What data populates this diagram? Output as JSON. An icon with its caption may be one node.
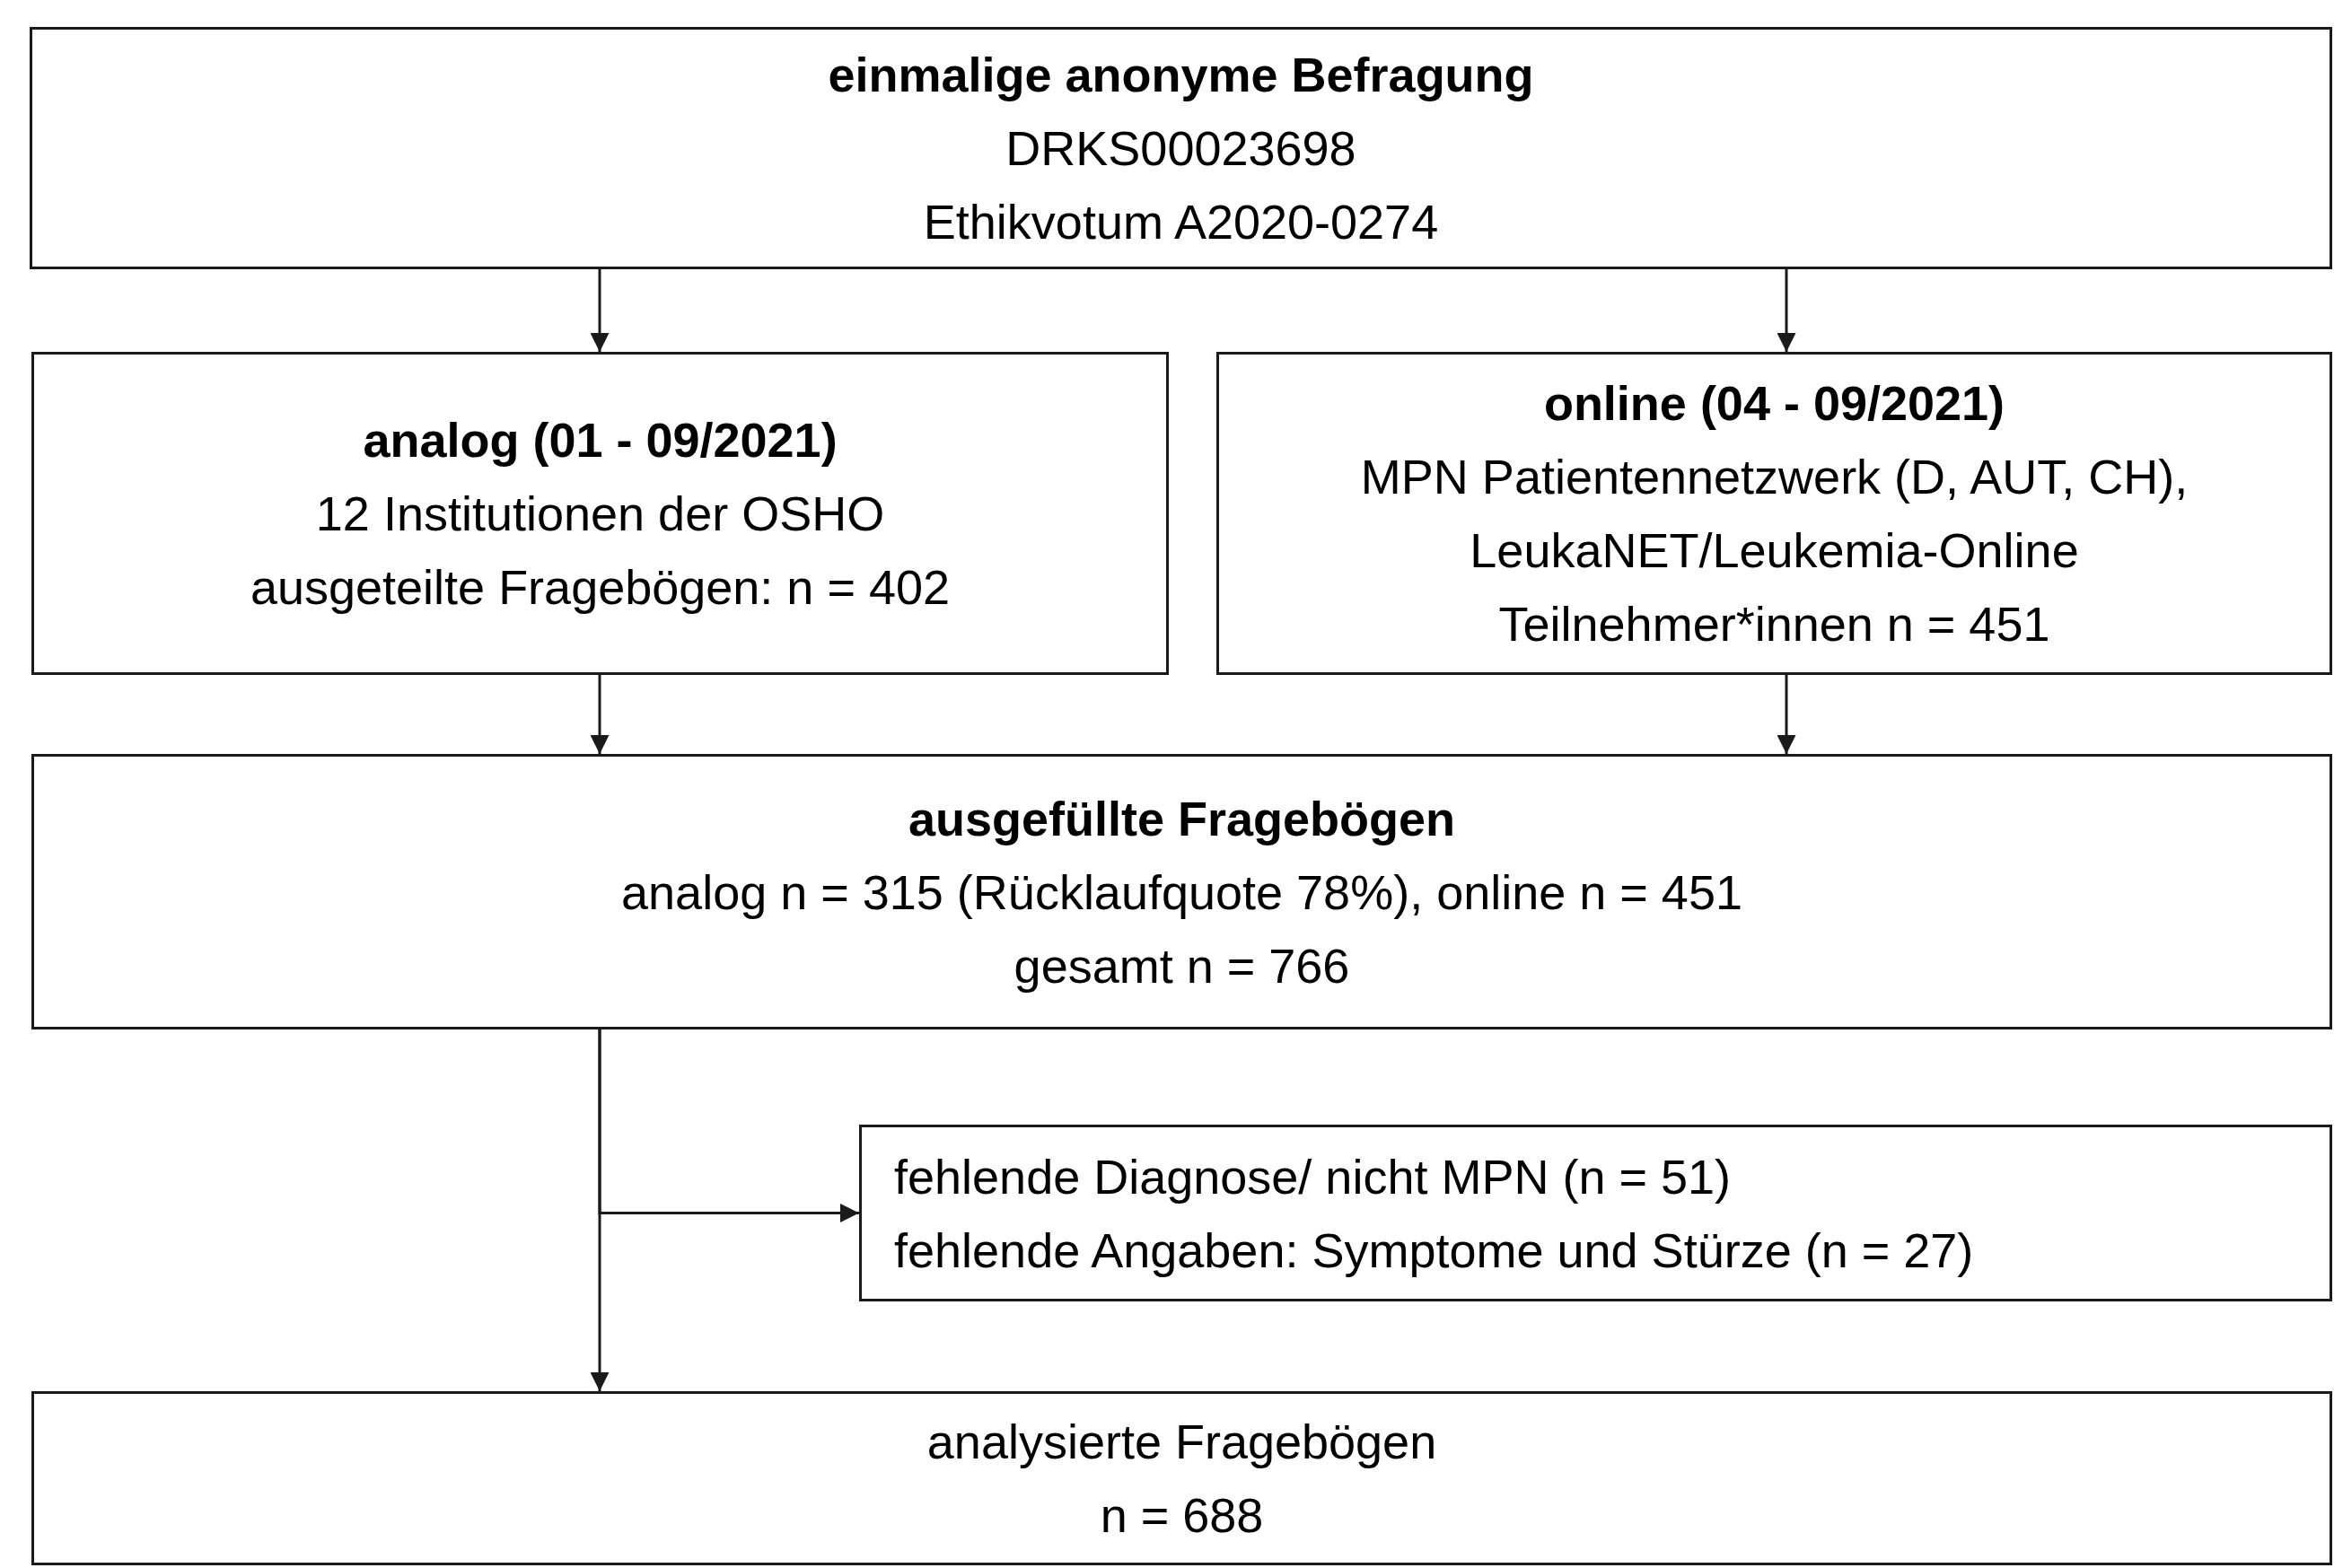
{
  "diagram": {
    "nodes": [
      {
        "text": [
          "einmalige anonyme Befragung",
          "DRKS00023698",
          "Ethikvotum A2020-0274"
        ]
      },
      {
        "text": [
          "analog (01 - 09/2021)",
          "12 Institutionen der OSHO",
          "ausgeteilte Fragebögen: n = 402"
        ]
      },
      {
        "text": [
          "online (04 - 09/2021)",
          "MPN Patientennetzwerk (D, AUT, CH),",
          "LeukaNET/Leukemia-Online",
          "Teilnehmer*innen n = 451"
        ]
      },
      {
        "text": [
          "ausgefüllte Fragebögen",
          "analog n = 315 (Rücklaufquote 78%), online n = 451",
          "gesamt n = 766"
        ]
      },
      {
        "text": [
          "fehlende Diagnose/ nicht MPN (n = 51)",
          "fehlende Angaben: Symptome und Stürze (n = 27)"
        ]
      },
      {
        "text": [
          "analysierte Fragebögen",
          "n = 688"
        ]
      }
    ],
    "edges": [
      {
        "from": 0,
        "to": 1,
        "arrow": "to"
      },
      {
        "from": 0,
        "to": 2,
        "arrow": "to"
      },
      {
        "from": 1,
        "to": 3,
        "arrow": "to"
      },
      {
        "from": 2,
        "to": 3,
        "arrow": "to"
      },
      {
        "from": 3,
        "to": 4,
        "arrow": "to"
      },
      {
        "from": 3,
        "to": 5,
        "arrow": "to"
      }
    ]
  }
}
